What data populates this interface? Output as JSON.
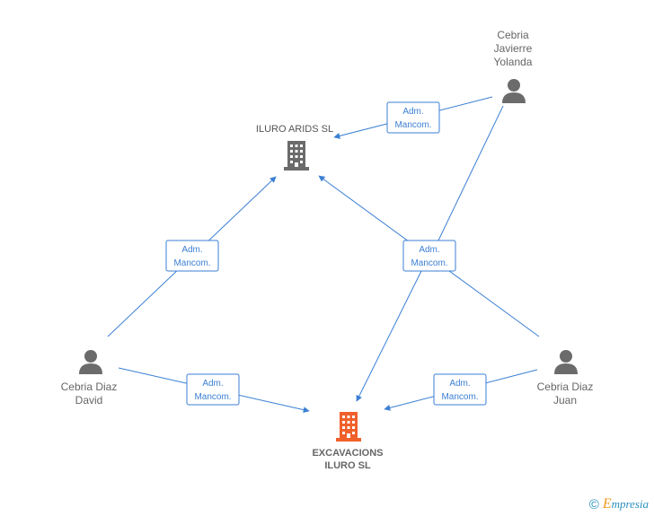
{
  "nodes": {
    "iluro_arids": {
      "label": "ILURO ARIDS  SL",
      "color": "#6b6b6b"
    },
    "excavacions": {
      "label_lines": [
        "EXCAVACIONS",
        "ILURO SL"
      ],
      "color": "#f0602a"
    },
    "yolanda": {
      "label_lines": [
        "Cebria",
        "Javierre",
        "Yolanda"
      ]
    },
    "david": {
      "label_lines": [
        "Cebria Diaz",
        "David"
      ]
    },
    "juan": {
      "label_lines": [
        "Cebria Diaz",
        "Juan"
      ]
    }
  },
  "edge_labels": {
    "yolanda_to_arids": [
      "Adm.",
      "Mancom."
    ],
    "david_to_arids": [
      "Adm.",
      "Mancom."
    ],
    "center_shared": [
      "Adm.",
      "Mancom."
    ],
    "david_to_excavacions": [
      "Adm.",
      "Mancom."
    ],
    "juan_to_excavacions": [
      "Adm.",
      "Mancom."
    ]
  },
  "footer": {
    "copyright": "©",
    "brand_initial": "E",
    "brand_rest": "mpresia"
  },
  "colors": {
    "edge": "#3b7fd4",
    "person_icon": "#6b6b6b"
  }
}
